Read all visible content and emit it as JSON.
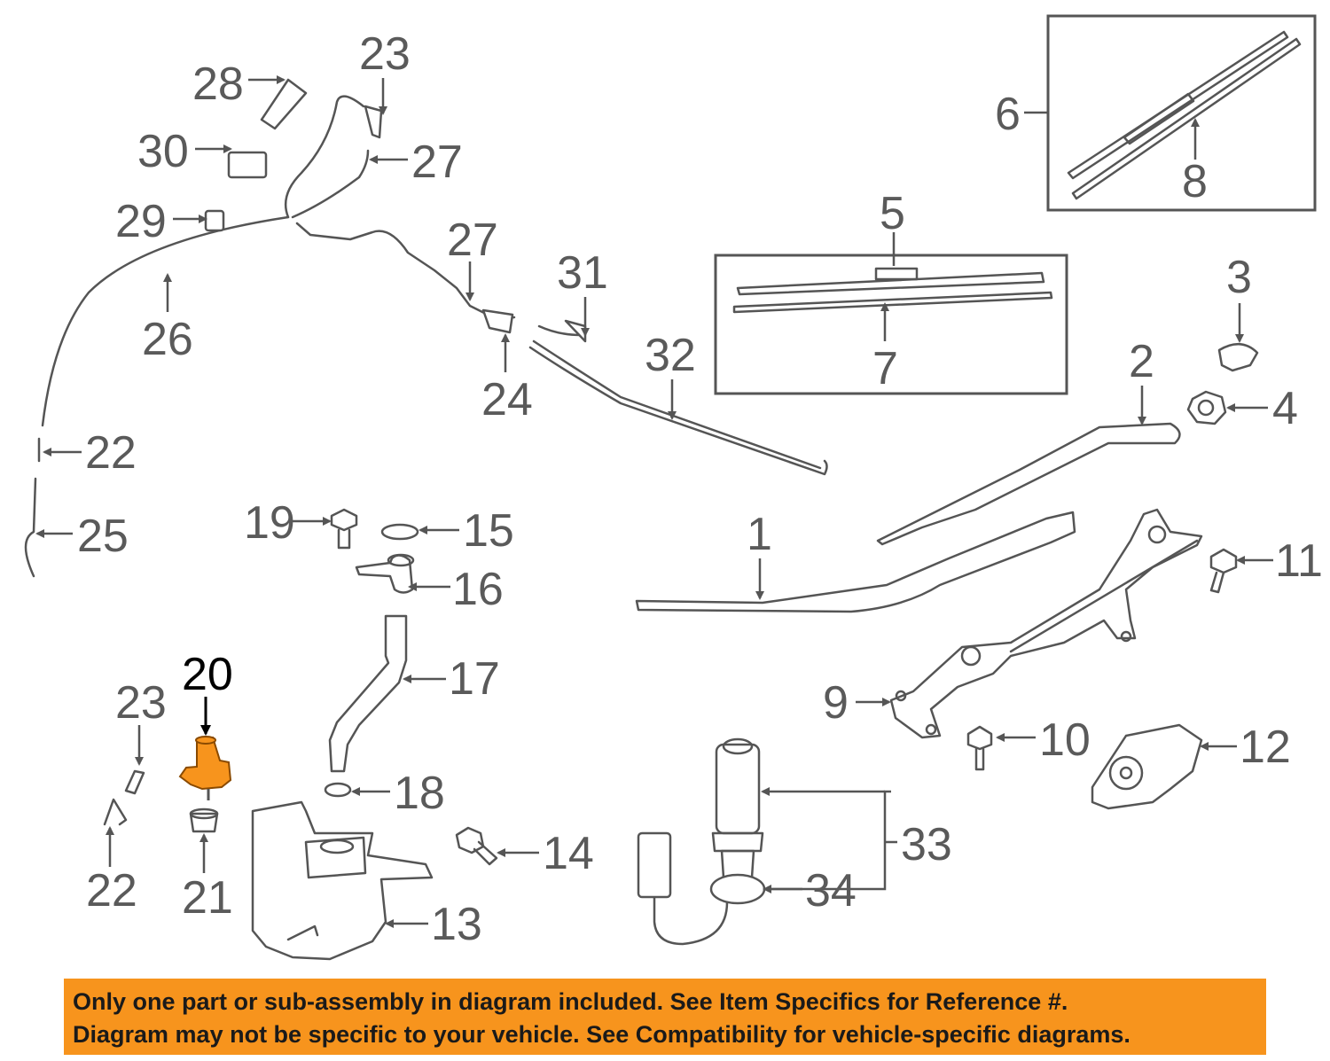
{
  "highlight_color": "#f7941d",
  "callouts": {
    "c1": "1",
    "c2": "2",
    "c3": "3",
    "c4": "4",
    "c5": "5",
    "c6": "6",
    "c7": "7",
    "c8": "8",
    "c9": "9",
    "c10": "10",
    "c11": "11",
    "c12": "12",
    "c13": "13",
    "c14": "14",
    "c15": "15",
    "c16": "16",
    "c17": "17",
    "c18": "18",
    "c19": "19",
    "c20": "20",
    "c21": "21",
    "c22a": "22",
    "c22b": "22",
    "c23a": "23",
    "c23b": "23",
    "c24": "24",
    "c25": "25",
    "c26": "26",
    "c27a": "27",
    "c27b": "27",
    "c28": "28",
    "c29": "29",
    "c30": "30",
    "c31": "31",
    "c32": "32",
    "c33": "33",
    "c34": "34"
  },
  "notice": {
    "line1": "Only one part or sub-assembly in diagram included. See Item Specifics for Reference #.",
    "line2": "Diagram may not be specific to your vehicle. See Compatibility for vehicle-specific diagrams."
  }
}
